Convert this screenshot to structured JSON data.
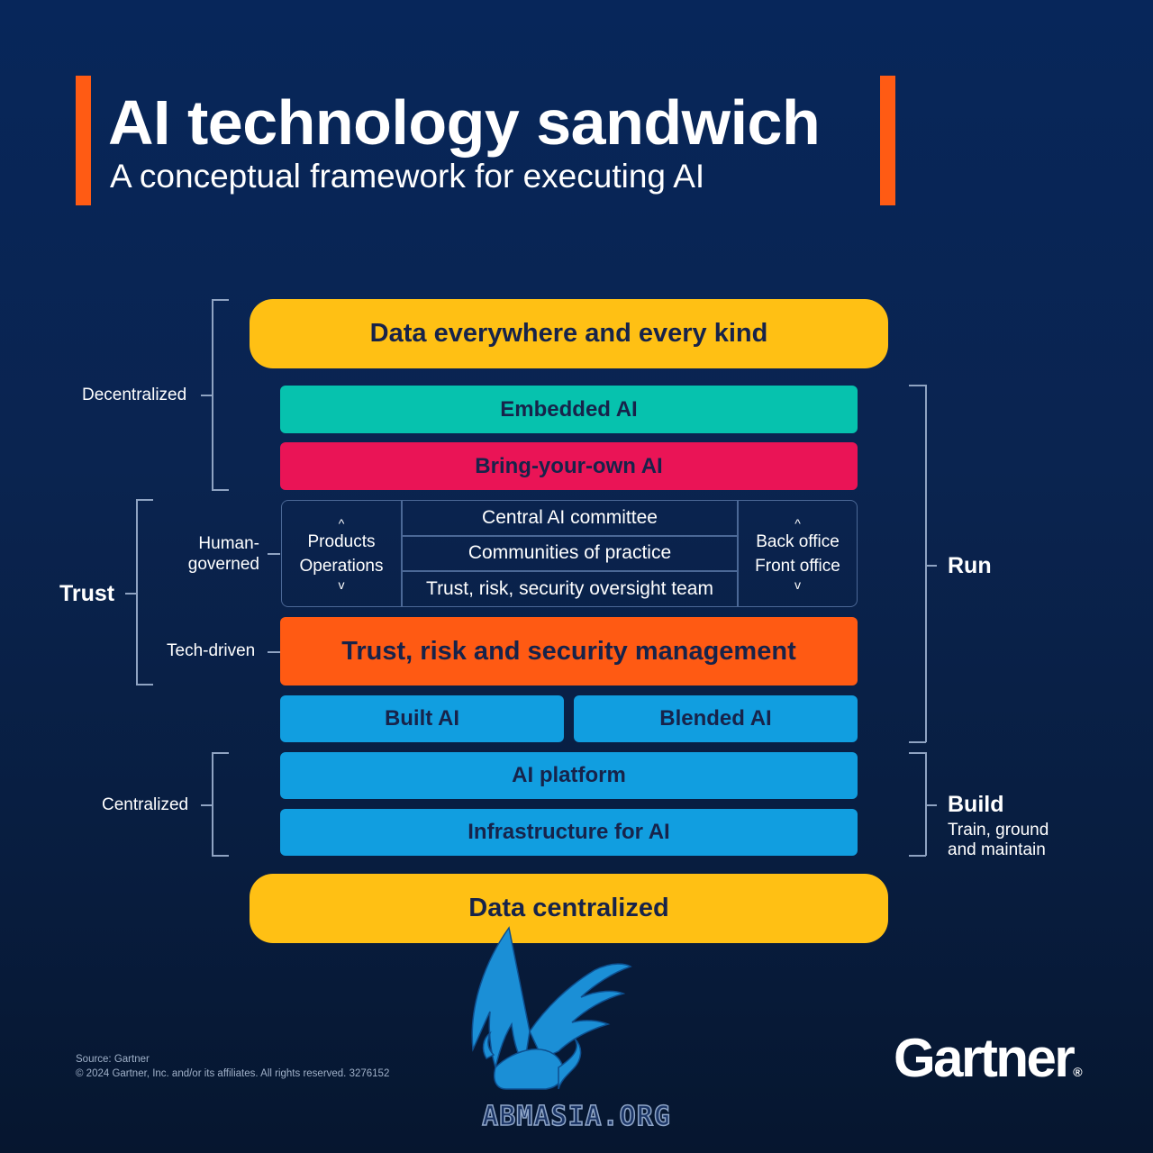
{
  "header": {
    "title": "AI technology sandwich",
    "subtitle": "A conceptual framework for executing AI"
  },
  "layers": {
    "top_bun": "Data everywhere and every kind",
    "embedded": "Embedded AI",
    "byo": "Bring-your-own AI",
    "trism": "Trust, risk and security management",
    "built": "Built AI",
    "blended": "Blended AI",
    "platform": "AI platform",
    "infrastructure": "Infrastructure for AI",
    "bottom_bun": "Data centralized"
  },
  "governance": {
    "left_line1": "Products",
    "left_line2": "Operations",
    "center": [
      "Central AI committee",
      "Communities of practice",
      "Trust, risk, security oversight team"
    ],
    "right_line1": "Back office",
    "right_line2": "Front office",
    "caret_up": "^",
    "caret_down": "v"
  },
  "side_labels": {
    "decentralized": "Decentralized",
    "trust": "Trust",
    "human_governed_1": "Human-",
    "human_governed_2": "governed",
    "tech_driven": "Tech-driven",
    "centralized": "Centralized",
    "run": "Run",
    "build": "Build",
    "build_sub_1": "Train, ground",
    "build_sub_2": "and maintain"
  },
  "footer": {
    "source": "Source: Gartner",
    "copyright": "© 2024 Gartner, Inc. and/or its affiliates. All rights reserved. 3276152",
    "brand": "Gartner",
    "brand_mark": "®",
    "watermark": "ABMASIA.ORG"
  },
  "colors": {
    "background": "#0a2450",
    "accent_bar": "#ff5b14",
    "bun": "#ffc014",
    "embedded": "#06c2ae",
    "byo": "#ea1456",
    "trism": "#ff5a13",
    "build_blue": "#119ee0",
    "layer_text": "#17234a"
  },
  "icons": [
    "griffin-watermark-icon"
  ]
}
